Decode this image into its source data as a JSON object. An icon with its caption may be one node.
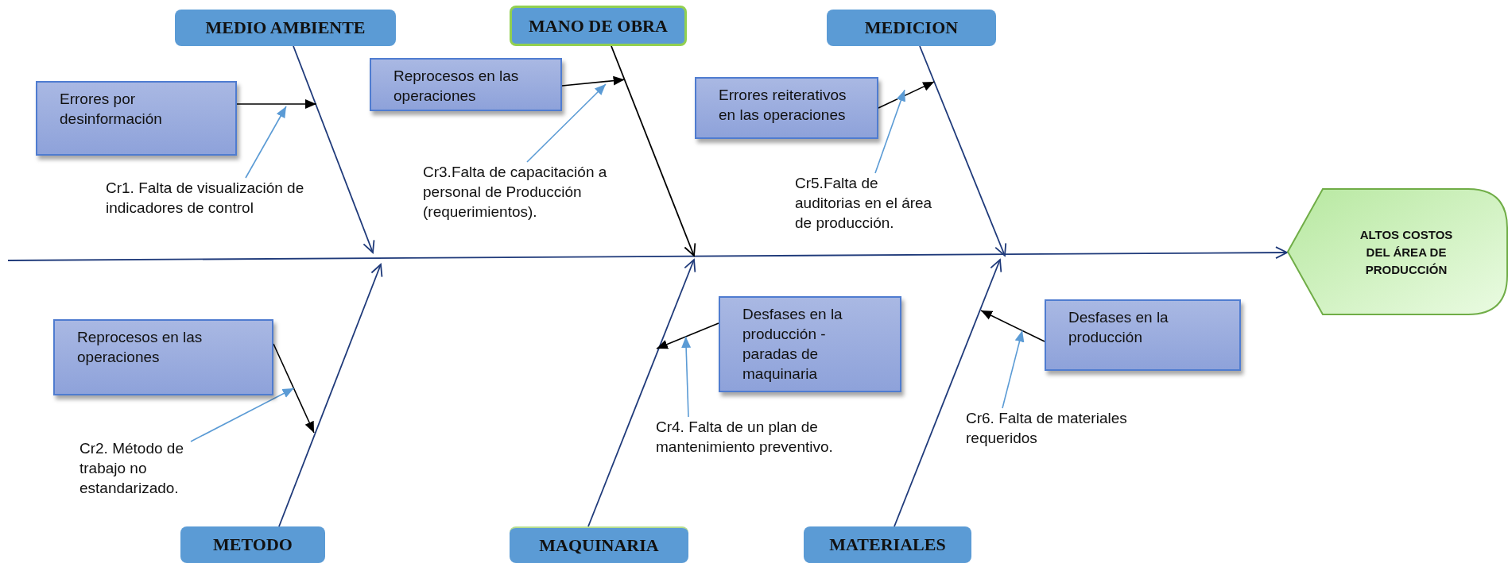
{
  "diagram": {
    "nodes": [
      {
        "text": [
          "MEDIO AMBIENTE"
        ]
      },
      {
        "text": [
          "MANO DE OBRA"
        ]
      },
      {
        "text": [
          "MEDICION"
        ]
      },
      {
        "text": [
          "Errores por desinformación"
        ]
      },
      {
        "text": [
          "Reprocesos en las operaciones"
        ]
      },
      {
        "text": [
          "Errores reiterativos en las operaciones"
        ]
      },
      {
        "text": [
          "Cr1. Falta de visualización de indicadores de control"
        ]
      },
      {
        "text": [
          "Cr3.Falta de capacitación a personal de Producción (requerimientos)."
        ]
      },
      {
        "text": [
          "Cr5.Falta de auditorias en el área de producción."
        ]
      },
      {
        "text": [
          "ALTOS COSTOS DEL ÁREA DE PRODUCCIÓN"
        ]
      },
      {
        "text": [
          "Reprocesos en las operaciones"
        ]
      },
      {
        "text": [
          "Desfases en la producción - paradas de maquinaria"
        ]
      },
      {
        "text": [
          "Desfases en la producción"
        ]
      },
      {
        "text": [
          "Cr2. Método de trabajo no estandarizado."
        ]
      },
      {
        "text": [
          "Cr4. Falta de un plan de mantenimiento preventivo."
        ]
      },
      {
        "text": [
          "Cr6. Falta de materiales requeridos"
        ]
      },
      {
        "text": [
          "METODO"
        ]
      },
      {
        "text": [
          "MAQUINARIA"
        ]
      },
      {
        "text": [
          "MATERIALES"
        ]
      }
    ],
    "edges": [
      {
        "from": null,
        "to": 9,
        "arrow": "to",
        "color": "#1f3a7a"
      },
      {
        "from": 0,
        "to": null,
        "arrow": "to",
        "color": "#1f3a7a"
      },
      {
        "from": 1,
        "to": null,
        "arrow": "to",
        "color": "#000000"
      },
      {
        "from": 2,
        "to": null,
        "arrow": "to",
        "color": "#1f3a7a"
      },
      {
        "from": 16,
        "to": null,
        "arrow": "to",
        "color": "#1f3a7a"
      },
      {
        "from": 17,
        "to": null,
        "arrow": "to",
        "color": "#1f3a7a"
      },
      {
        "from": 18,
        "to": null,
        "arrow": "to",
        "color": "#1f3a7a"
      },
      {
        "from": 3,
        "to": null,
        "arrow": "to",
        "color": "#000000"
      },
      {
        "from": 4,
        "to": 1,
        "arrow": "to",
        "color": "#000000"
      },
      {
        "from": 5,
        "to": 2,
        "arrow": "to",
        "color": "#000000"
      },
      {
        "from": 10,
        "to": null,
        "arrow": "to",
        "color": "#000000"
      },
      {
        "from": 11,
        "to": null,
        "arrow": "to",
        "color": "#000000"
      },
      {
        "from": 12,
        "to": null,
        "arrow": "to",
        "color": "#000000"
      },
      {
        "from": 6,
        "to": null,
        "arrow": "to",
        "color": "#5b9bd5"
      },
      {
        "from": 7,
        "to": null,
        "arrow": "to",
        "color": "#5b9bd5"
      },
      {
        "from": 8,
        "to": 5,
        "arrow": "to",
        "color": "#5b9bd5"
      },
      {
        "from": 13,
        "to": 10,
        "arrow": "to",
        "color": "#5b9bd5"
      },
      {
        "from": 14,
        "to": 11,
        "arrow": "to",
        "color": "#5b9bd5"
      },
      {
        "from": 15,
        "to": 12,
        "arrow": "to",
        "color": "#5b9bd5"
      }
    ]
  }
}
